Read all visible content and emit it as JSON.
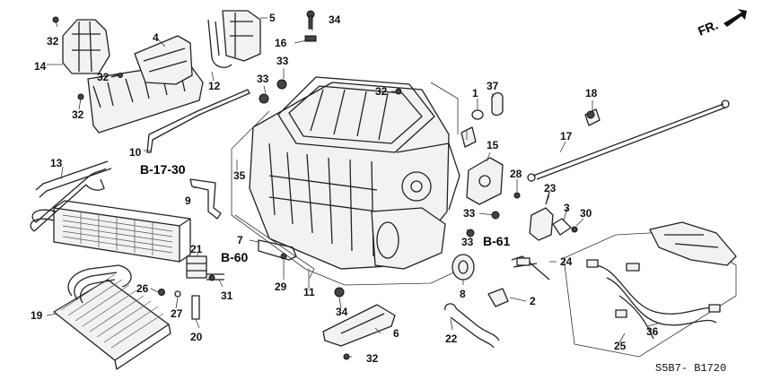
{
  "callouts": [
    "1",
    "2",
    "3",
    "4",
    "5",
    "6",
    "7",
    "8",
    "9",
    "10",
    "11",
    "12",
    "13",
    "14",
    "15",
    "16",
    "17",
    "18",
    "19",
    "20",
    "21",
    "22",
    "23",
    "24",
    "25",
    "26",
    "27",
    "28",
    "29",
    "30",
    "31",
    "32",
    "32",
    "32",
    "32",
    "32",
    "33",
    "33",
    "33",
    "33",
    "34",
    "34",
    "35",
    "36",
    "37"
  ],
  "references": [
    "B-17-30",
    "B-60",
    "B-61"
  ],
  "direction_label": "FR.",
  "diagram_code": "S5B7- B1720"
}
